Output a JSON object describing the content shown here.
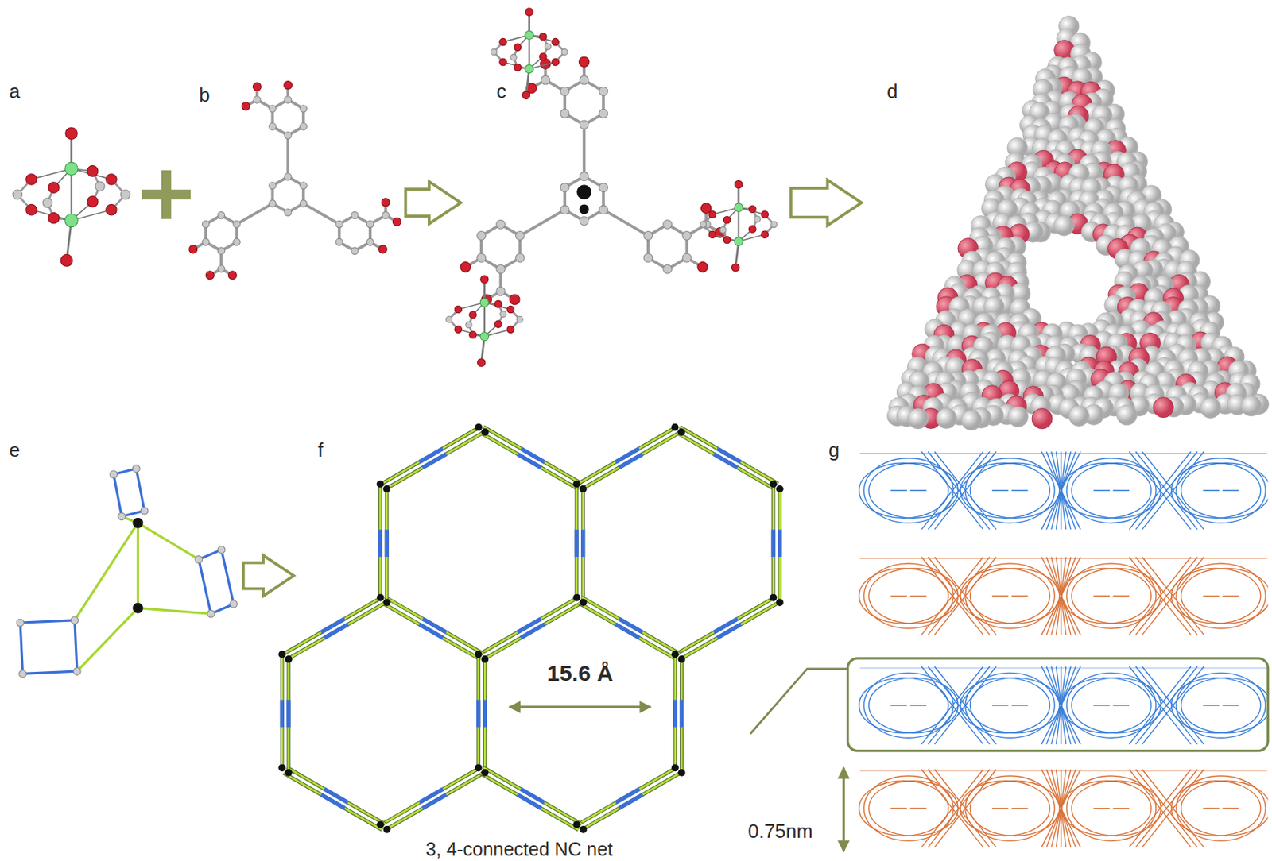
{
  "diagram": {
    "labels": [
      "a",
      "b",
      "c",
      "d",
      "e",
      "f",
      "g",
      "15.6 Å",
      "0.75nm",
      "3, 4-connected NC net"
    ]
  }
}
